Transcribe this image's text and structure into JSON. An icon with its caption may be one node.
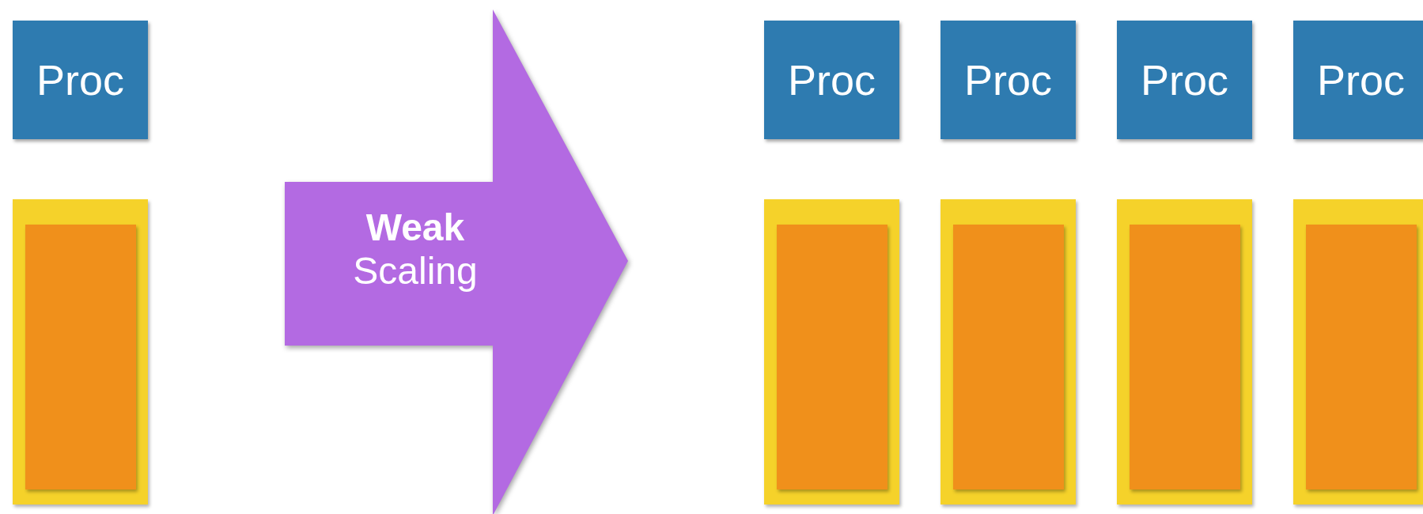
{
  "diagram": {
    "nodes": [
      {
        "text": [
          "Proc"
        ]
      },
      {
        "text": [],
        "shape": "box"
      },
      {
        "text": [],
        "shape": "box",
        "in": 1
      },
      {
        "text": [
          "**Weak** Scaling"
        ]
      },
      {
        "text": [
          "Proc"
        ]
      },
      {
        "text": [],
        "shape": "box"
      },
      {
        "text": [],
        "shape": "box",
        "in": 5
      },
      {
        "text": [
          "Proc"
        ]
      },
      {
        "text": [],
        "shape": "box"
      },
      {
        "text": [],
        "shape": "box",
        "in": 8
      },
      {
        "text": [
          "Proc"
        ]
      },
      {
        "text": [],
        "shape": "box"
      },
      {
        "text": [],
        "shape": "box",
        "in": 11
      },
      {
        "text": [
          "Proc"
        ]
      },
      {
        "text": [],
        "shape": "box"
      },
      {
        "text": [],
        "shape": "box",
        "in": 14
      }
    ]
  }
}
